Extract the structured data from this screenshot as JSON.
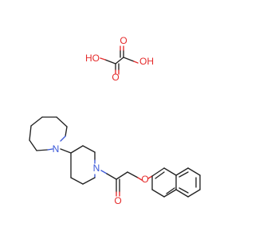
{
  "labels": {
    "ho_left": "HO",
    "oh_right": "OH",
    "o_oxalate_bottom_left": "O",
    "o_oxalate_top_right": "O",
    "n_azepane": "N",
    "n_piperidine": "N",
    "o_carbonyl": "O",
    "o_ether": "O"
  },
  "colors": {
    "oxygen": "#e52b2b",
    "nitrogen": "#3b58d8",
    "bond": "#222222",
    "background": "#ffffff"
  }
}
